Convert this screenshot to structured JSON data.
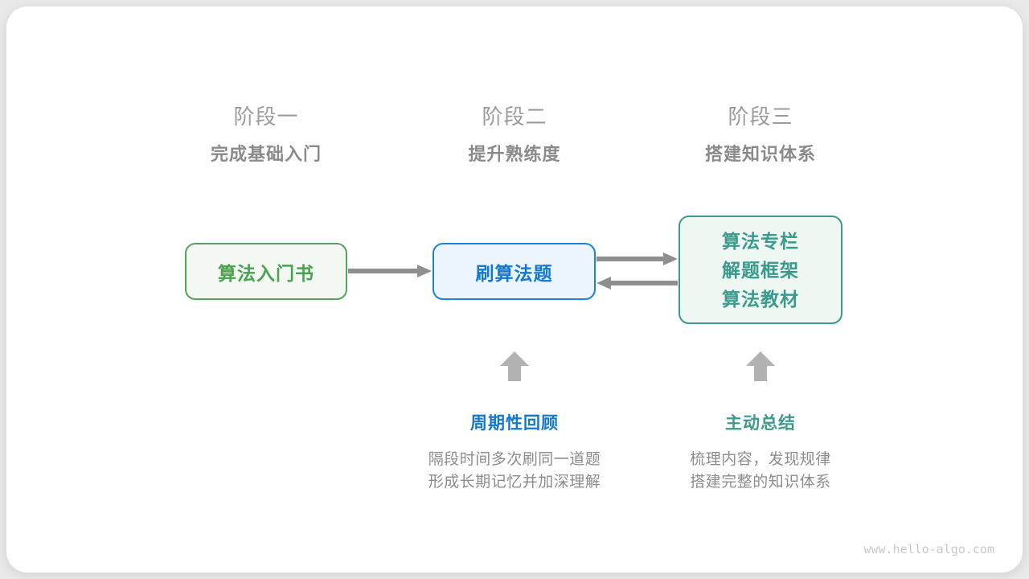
{
  "stages": [
    {
      "title": "阶段一",
      "subtitle": "完成基础入门"
    },
    {
      "title": "阶段二",
      "subtitle": "提升熟练度"
    },
    {
      "title": "阶段三",
      "subtitle": "搭建知识体系"
    }
  ],
  "nodes": {
    "intro_book": {
      "label": "算法入门书"
    },
    "practice": {
      "label": "刷算法题"
    },
    "resources": {
      "lines": [
        "算法专栏",
        "解题框架",
        "算法教材"
      ]
    }
  },
  "annotations": {
    "review": {
      "label": "周期性回顾",
      "desc_line1": "隔段时间多次刷同一道题",
      "desc_line2": "形成长期记忆并加深理解"
    },
    "summarize": {
      "label": "主动总结",
      "desc_line1": "梳理内容，发现规律",
      "desc_line2": "搭建完整的知识体系"
    }
  },
  "watermark": "www.hello-algo.com",
  "colors": {
    "green": "#57a15c",
    "green_bg": "#f3f9f2",
    "blue": "#1e82d6",
    "blue_bg": "#edf5fc",
    "teal": "#3a9b8c",
    "teal_bg": "#eef7f2",
    "connector_arrow": "#8f8f8f",
    "block_arrow": "#b2b2b2",
    "stage_title_gray": "#9b9b9b",
    "stage_subtitle_gray": "#8a8a8a",
    "description_gray": "#8c8c8c",
    "watermark_gray": "#c9c9c9"
  }
}
